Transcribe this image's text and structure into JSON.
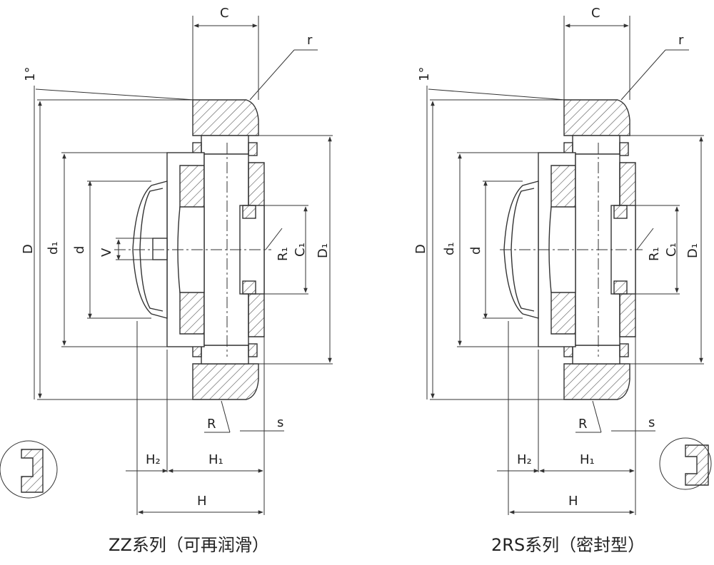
{
  "colors": {
    "line": "#333333",
    "hatch": "#555555",
    "body_fill": "#ffffff"
  },
  "views": [
    {
      "id": "zz",
      "caption": "ZZ系列（可再润滑）",
      "labels": {
        "C": "C",
        "r": "r",
        "angle": "1°",
        "D": "D",
        "d1": "d₁",
        "d": "d",
        "V": "V",
        "R1": "R₁",
        "C1": "C₁",
        "D1": "D₁",
        "R": "R",
        "s": "s",
        "H2": "H₂",
        "H1": "H₁",
        "H": "H"
      }
    },
    {
      "id": "2rs",
      "caption": "2RS系列（密封型）",
      "labels": {
        "C": "C",
        "r": "r",
        "angle": "1°",
        "D": "D",
        "d1": "d₁",
        "d": "d",
        "R1": "R₁",
        "C1": "C₁",
        "D1": "D₁",
        "R": "R",
        "s": "s",
        "H2": "H₂",
        "H1": "H₁",
        "H": "H"
      }
    }
  ]
}
